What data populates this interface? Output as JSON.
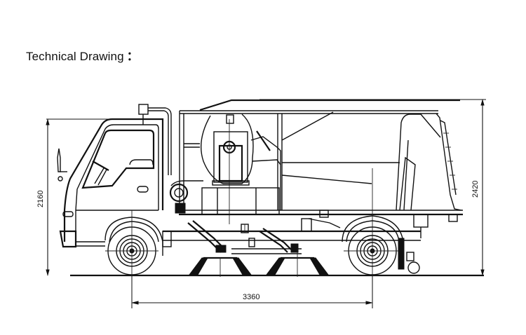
{
  "title": {
    "text": "Technical Drawing",
    "colon": "："
  },
  "drawing": {
    "subject": "street-sweeper-truck-side-elevation",
    "dimensions": {
      "cab_height": "2160",
      "overall_height": "2420",
      "wheelbase": "3360"
    }
  }
}
